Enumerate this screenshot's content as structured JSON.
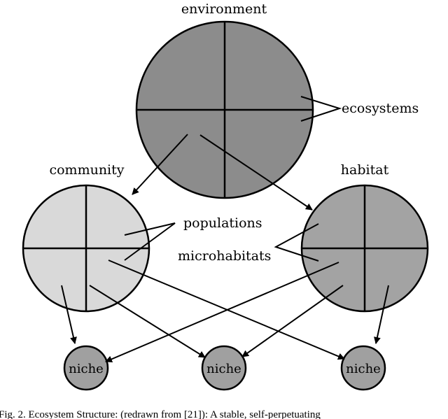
{
  "labels": {
    "environment": "environment",
    "community": "community",
    "habitat": "habitat",
    "ecosystems": "ecosystems",
    "populations": "populations",
    "microhabitats": "microhabitats",
    "niche": "niche"
  },
  "caption": "Fig. 2.   Ecosystem Structure: (redrawn from [21]): A stable, self-perpetuating",
  "colors": {
    "environment_fill": "#8c8c8c",
    "community_fill": "#d9d9d9",
    "habitat_fill": "#a3a3a3",
    "niche_fill": "#a0a0a0",
    "stroke": "#000000"
  }
}
